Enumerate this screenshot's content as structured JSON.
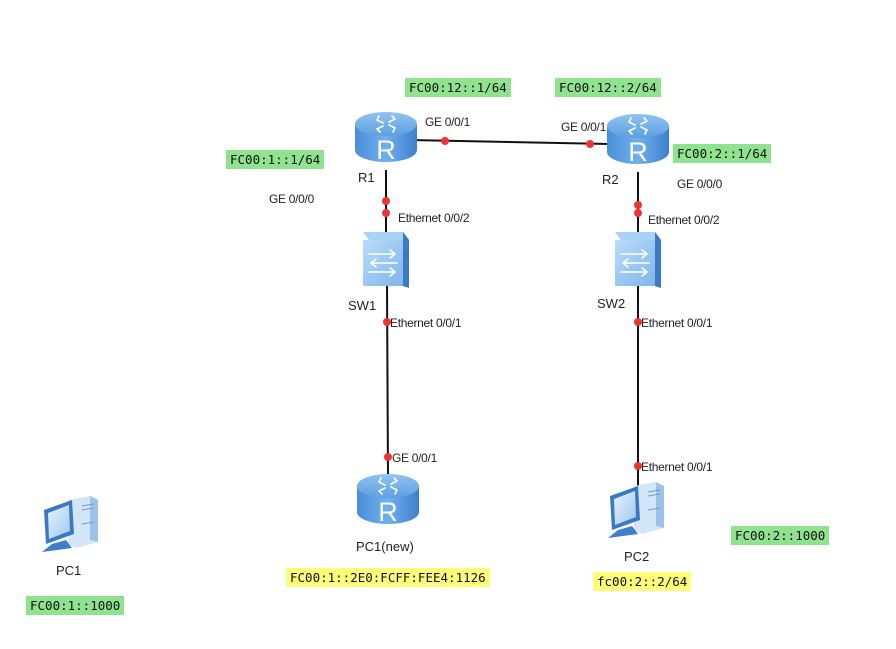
{
  "diagram": {
    "type": "network-topology",
    "colors": {
      "link": "#111111",
      "port_dot": "#ee3333",
      "addr_green": "#8fe38f",
      "addr_yellow": "#fdfd7a",
      "device_blue": "#4f8fd6"
    },
    "devices": [
      {
        "id": "R1",
        "label": "R1",
        "icon": "router-icon"
      },
      {
        "id": "R2",
        "label": "R2",
        "icon": "router-icon"
      },
      {
        "id": "SW1",
        "label": "SW1",
        "icon": "switch-icon"
      },
      {
        "id": "SW2",
        "label": "SW2",
        "icon": "switch-icon"
      },
      {
        "id": "PC1new",
        "label": "PC1(new)",
        "icon": "router-icon"
      },
      {
        "id": "PC2",
        "label": "PC2",
        "icon": "pc-icon"
      },
      {
        "id": "PC1",
        "label": "PC1",
        "icon": "pc-icon"
      }
    ],
    "ports": {
      "r1_ge001": "GE 0/0/1",
      "r2_ge001": "GE 0/0/1",
      "r1_ge000": "GE 0/0/0",
      "r2_ge000": "GE 0/0/0",
      "sw1_eth002": "Ethernet 0/0/2",
      "sw2_eth002": "Ethernet 0/0/2",
      "sw1_eth001": "Ethernet 0/0/1",
      "sw2_eth001": "Ethernet 0/0/1",
      "pc1new_ge001": "GE 0/0/1",
      "pc2_eth001": "Ethernet 0/0/1"
    },
    "links": [
      {
        "from": "R1",
        "from_port": "GE 0/0/1",
        "to": "R2",
        "to_port": "GE 0/0/1"
      },
      {
        "from": "R1",
        "from_port": "GE 0/0/0",
        "to": "SW1",
        "to_port": "Ethernet 0/0/2"
      },
      {
        "from": "R2",
        "from_port": "GE 0/0/0",
        "to": "SW2",
        "to_port": "Ethernet 0/0/2"
      },
      {
        "from": "SW1",
        "from_port": "Ethernet 0/0/1",
        "to": "PC1(new)",
        "to_port": "GE 0/0/1"
      },
      {
        "from": "SW2",
        "from_port": "Ethernet 0/0/1",
        "to": "PC2",
        "to_port": "Ethernet 0/0/1"
      }
    ],
    "addresses": {
      "r1_ge001": "FC00:12::1/64",
      "r2_ge001": "FC00:12::2/64",
      "r1_ge000": "FC00:1::1/64",
      "r2_ge000": "FC00:2::1/64",
      "pc1new": "FC00:1::2E0:FCFF:FEE4:1126",
      "pc2": "fc00:2::2/64",
      "pc2_alt": "FC00:2::1000",
      "pc1": "FC00:1::1000"
    }
  }
}
